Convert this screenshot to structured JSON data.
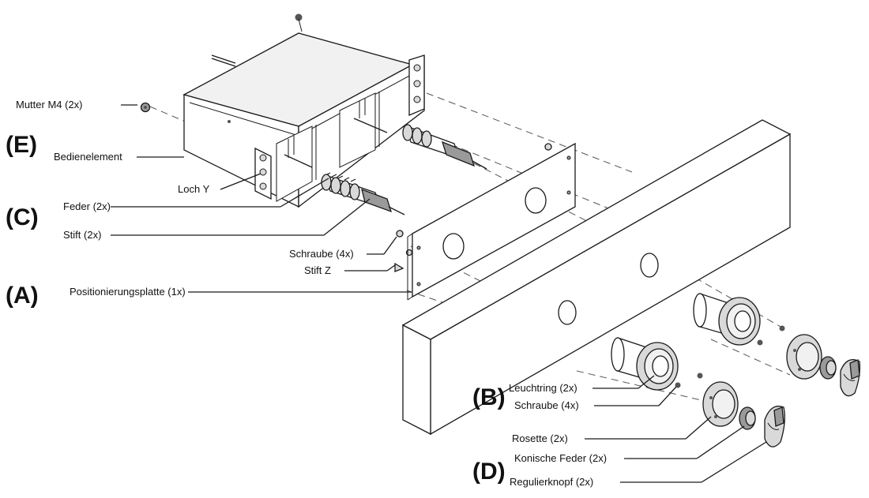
{
  "labels": {
    "mutter": "Mutter M4 (2x)",
    "bedienelement": "Bedienelement",
    "loch_y": "Loch Y",
    "feder": "Feder (2x)",
    "stift": "Stift (2x)",
    "schraube_a": "Schraube (4x)",
    "stift_z": "Stift Z",
    "positionierungsplatte": "Positionierungsplatte (1x)",
    "leuchtring": "Leuchtring (2x)",
    "schraube_b": "Schraube (4x)",
    "rosette": "Rosette (2x)",
    "konische_feder": "Konische Feder (2x)",
    "regulierknopf": "Regulierknopf (2x)"
  },
  "groups": {
    "e": "(E)",
    "c": "(C)",
    "a": "(A)",
    "b": "(B)",
    "d": "(D)"
  }
}
